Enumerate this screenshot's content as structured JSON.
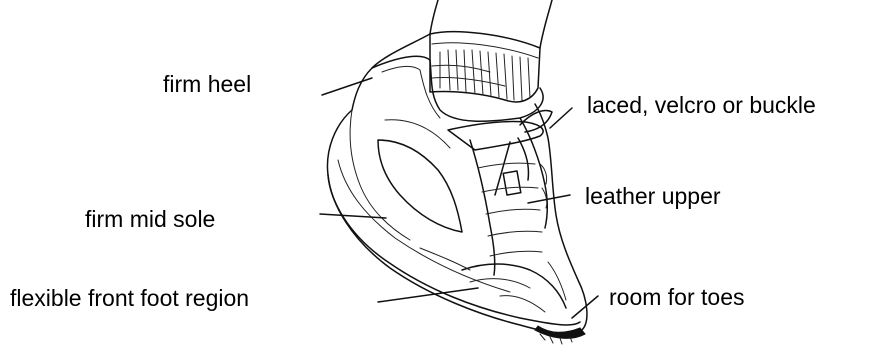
{
  "labels": {
    "firm_heel": "firm heel",
    "firm_mid_sole": "firm mid sole",
    "flexible_front_foot_region": "flexible front foot region",
    "laced_velcro_buckle": "laced, velcro or buckle",
    "leather_upper": "leather upper",
    "room_for_toes": "room for toes"
  }
}
